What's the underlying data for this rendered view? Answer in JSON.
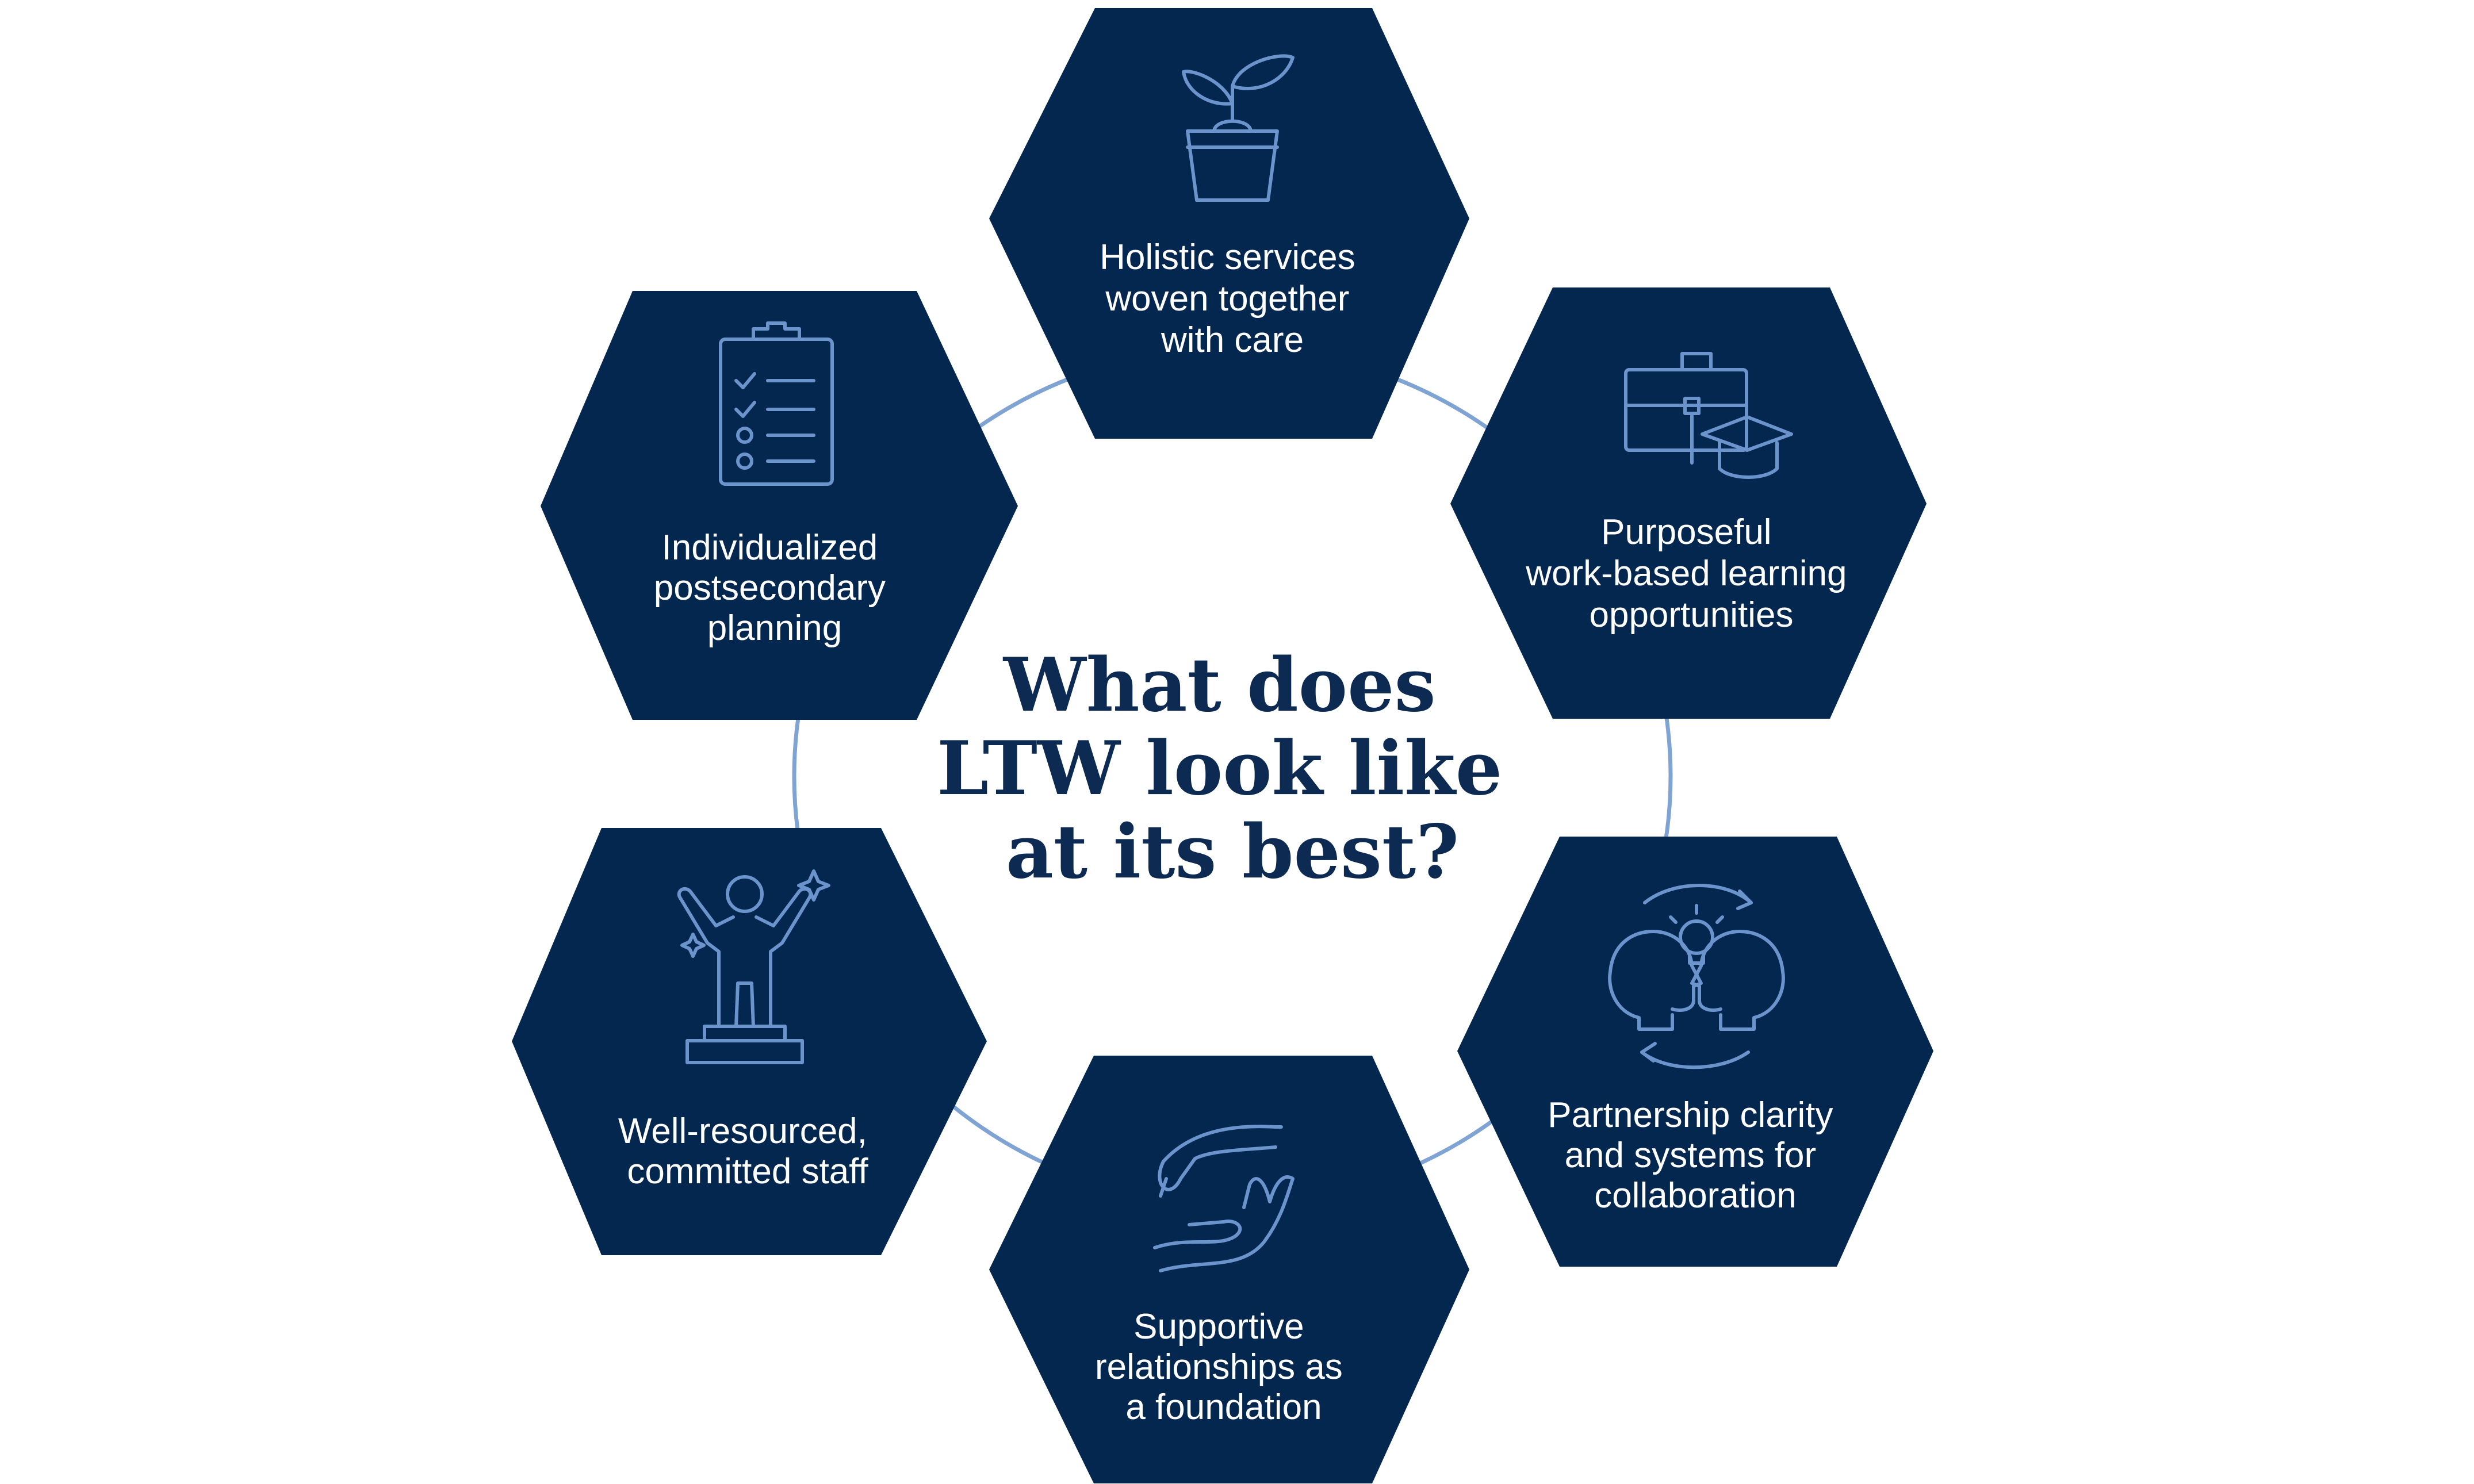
{
  "title": {
    "lines": [
      "What does",
      "LTW look like",
      "at its best?"
    ]
  },
  "colors": {
    "hex_fill": "#04274f",
    "accent": "#6b93cc",
    "ring": "#7fa3d2",
    "title": "#0c2a52",
    "label": "#ffffff"
  },
  "hexagons": [
    {
      "icon": "plant-pot-icon",
      "lines": [
        "Holistic services",
        "woven together",
        "with care"
      ]
    },
    {
      "icon": "briefcase-graduation-cap-icon",
      "lines": [
        "Purposeful",
        "work-based learning",
        "opportunities"
      ]
    },
    {
      "icon": "collaboration-heads-lightbulb-icon",
      "lines": [
        "Partnership clarity",
        "and systems for",
        "collaboration"
      ]
    },
    {
      "icon": "supportive-hands-icon",
      "lines": [
        "Supportive",
        "relationships as",
        "a foundation"
      ]
    },
    {
      "icon": "celebrating-person-podium-icon",
      "lines": [
        "Well-resourced,",
        "committed staff"
      ]
    },
    {
      "icon": "checklist-clipboard-icon",
      "lines": [
        "Individualized",
        "postsecondary",
        "planning"
      ]
    }
  ]
}
